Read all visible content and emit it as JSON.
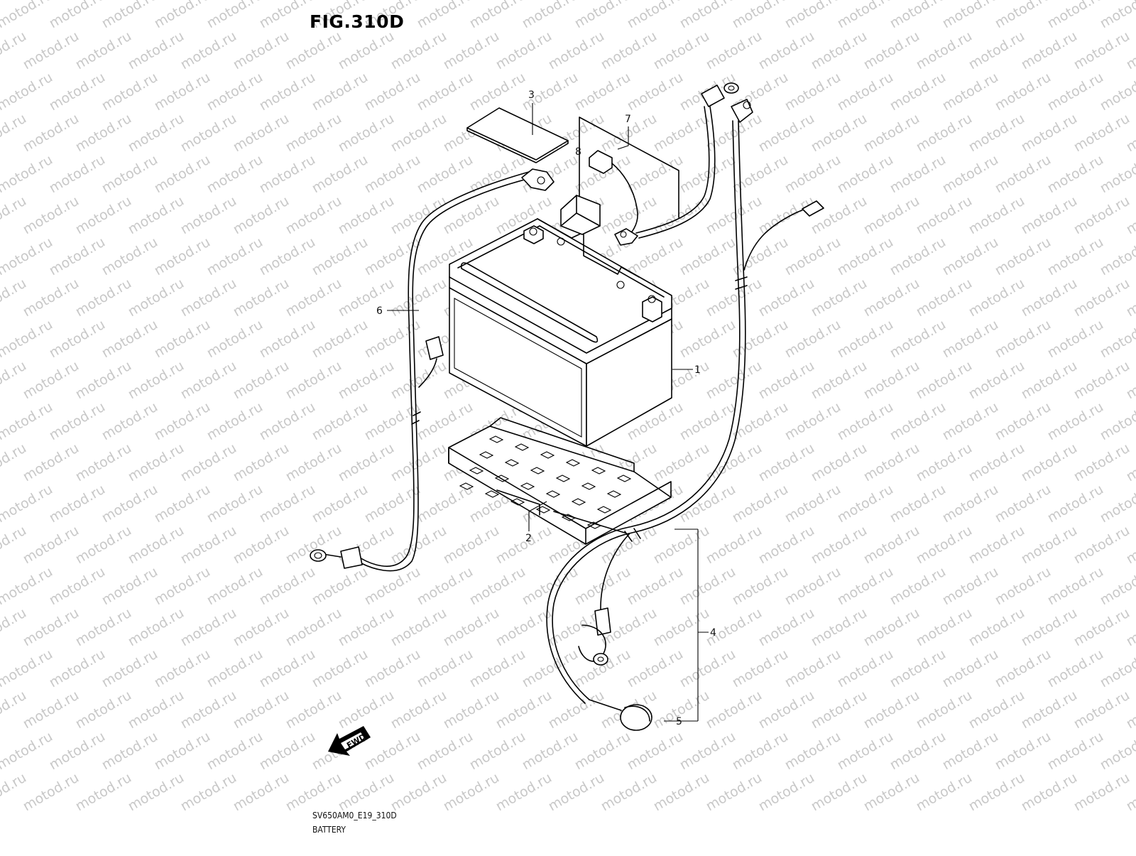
{
  "figure_title": "FIG.310D",
  "watermark_text": "motod.ru",
  "footer": {
    "model_code": "SV650AM0_E19_310D",
    "section_name": "BATTERY"
  },
  "direction_arrow_label": "FWD",
  "callouts": [
    "1",
    "2",
    "3",
    "4",
    "5",
    "6",
    "7",
    "8"
  ]
}
